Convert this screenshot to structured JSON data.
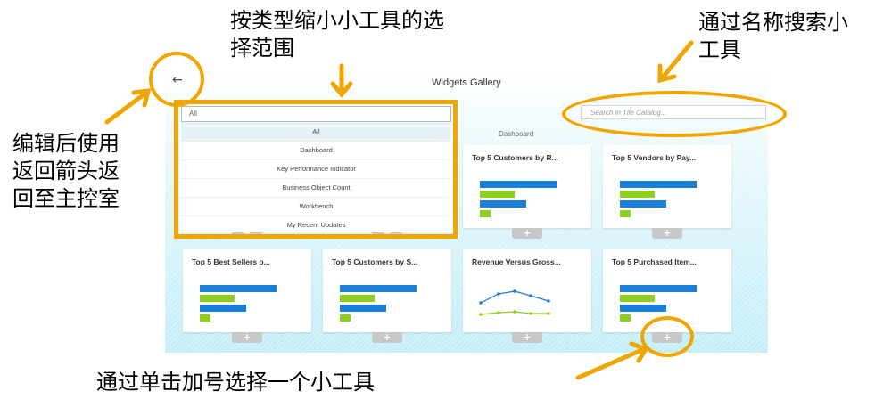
{
  "annotations": {
    "narrow": [
      "按类型缩小小工具的选",
      "择范围"
    ],
    "search": [
      "通过名称搜索小",
      "工具"
    ],
    "back": [
      "编辑后使用",
      "返回箭头返",
      "回至主控室"
    ],
    "plus": "通过单击加号选择一个小工具"
  },
  "gallery": {
    "title": "Widgets Gallery",
    "back_glyph": "←",
    "search_placeholder": "Search in Tile Catalog...",
    "section_label": "Dashboard",
    "dropdown": {
      "value": "All",
      "options": [
        "All",
        "Dashboard",
        "Key Performance Indicator",
        "Business Object Count",
        "Workbench",
        "My Recent Updates"
      ]
    },
    "add_glyph": "+",
    "tiles": [
      {
        "title": "Top 5 Customers by R...",
        "type": "bar"
      },
      {
        "title": "Top 5 Vendors by Pay...",
        "type": "bar"
      },
      {
        "title": "Top 5 Best Sellers b...",
        "type": "bar"
      },
      {
        "title": "Top 5 Customers by S...",
        "type": "bar"
      },
      {
        "title": "Revenue Versus Gross...",
        "type": "line"
      },
      {
        "title": "Top 5 Purchased Item...",
        "type": "bar"
      }
    ]
  },
  "colors": {
    "highlight": "#f0a500",
    "bar_blue": "#1a7fd8",
    "bar_green": "#8ccf1f"
  }
}
